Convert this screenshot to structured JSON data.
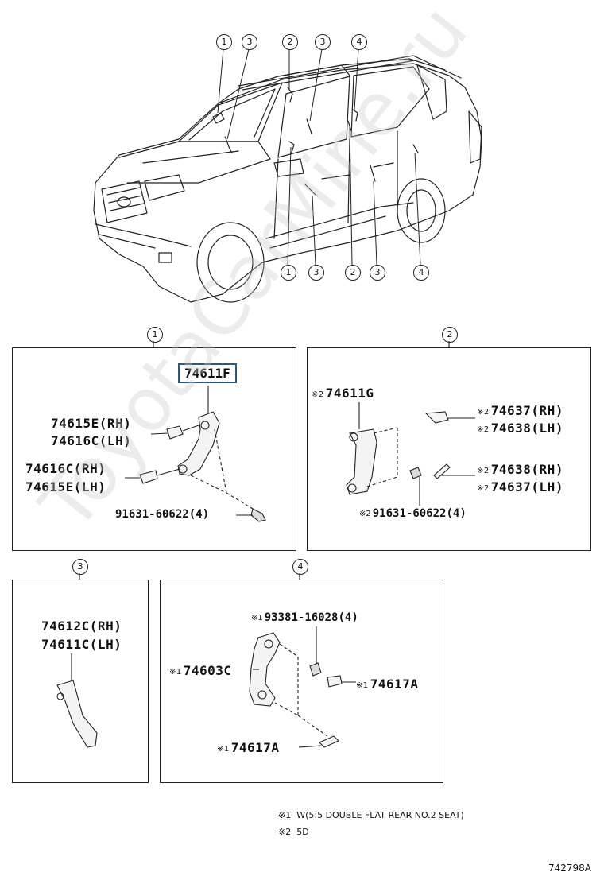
{
  "callouts": {
    "top": [
      "1",
      "3",
      "2",
      "3",
      "4"
    ],
    "bottom": [
      "1",
      "3",
      "2",
      "3",
      "4"
    ]
  },
  "sections": {
    "s1": {
      "number": "1",
      "highlight": "74611F",
      "lines": [
        "74615E(RH)",
        "74616C(LH)",
        "74616C(RH)",
        "74615E(LH)"
      ],
      "bolt": "91631-60622(4)"
    },
    "s2": {
      "number": "2",
      "mark": "※2",
      "main": "74611G",
      "r1": "74637(RH)",
      "r2": "74638(LH)",
      "r3": "74638(RH)",
      "r4": "74637(LH)",
      "bolt": "91631-60622(4)"
    },
    "s3": {
      "number": "3",
      "l1": "74612C(RH)",
      "l2": "74611C(LH)"
    },
    "s4": {
      "number": "4",
      "mark": "※1",
      "bolt": "93381-16028(4)",
      "main": "74603C",
      "cap1": "74617A",
      "cap2": "74617A"
    }
  },
  "notes": {
    "n1_mark": "※1",
    "n1_text": "W(5:5 DOUBLE FLAT REAR NO.2 SEAT)",
    "n2_mark": "※2",
    "n2_text": "5D"
  },
  "diagram_id": "742798A",
  "watermark": "ToyotaCarMine.ru"
}
